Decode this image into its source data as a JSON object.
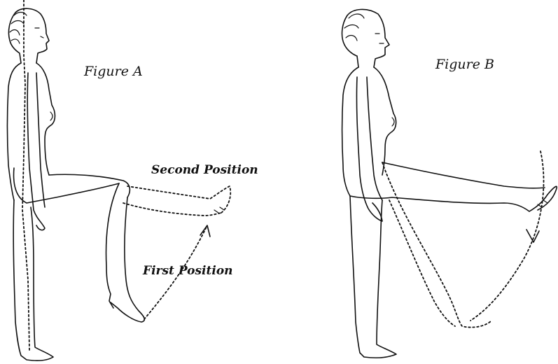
{
  "figure_a": {
    "title": "Figure A",
    "second_position_label": "Second Position",
    "first_position_label": "First Position"
  },
  "figure_b": {
    "title": "Figure B"
  }
}
